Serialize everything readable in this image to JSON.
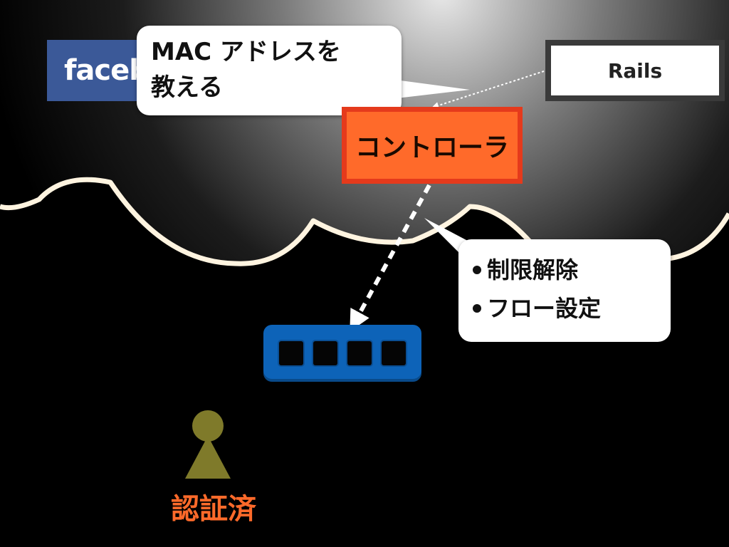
{
  "facebook": {
    "label": "faceb",
    "color": "#3b5998"
  },
  "rails": {
    "label": "Rails"
  },
  "callout_mac": {
    "line1": "MAC アドレスを",
    "line2": "教える"
  },
  "controller": {
    "label": "コントローラ",
    "color": "#ff6a2a",
    "border_color": "#e53a1c"
  },
  "callout_flow": {
    "items": [
      "制限解除",
      "フロー設定"
    ]
  },
  "switch": {
    "port_count": 4,
    "color": "#0d63b8"
  },
  "user": {
    "label": "認証済",
    "color": "#7f7a2a",
    "label_color": "#ff6a2a"
  }
}
